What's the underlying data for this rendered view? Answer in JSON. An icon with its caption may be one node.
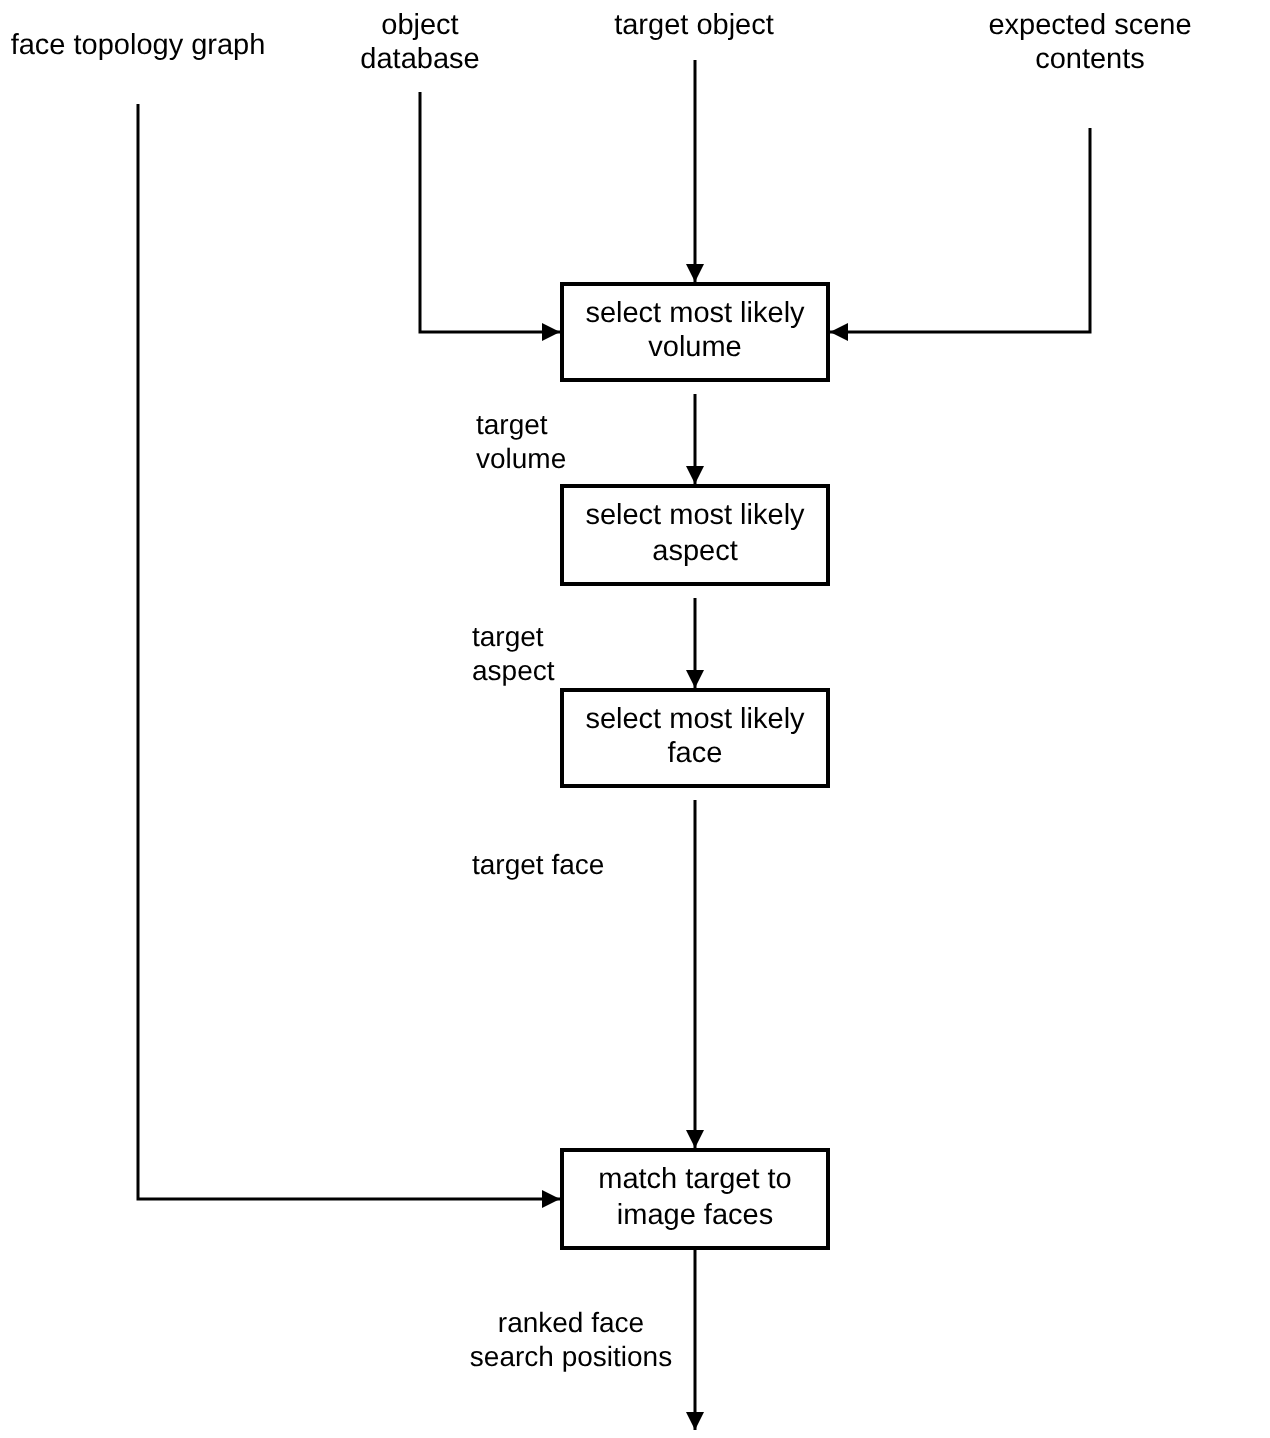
{
  "diagram": {
    "nodes": [
      {
        "text": [
          "face topology graph"
        ]
      },
      {
        "text": [
          "object database"
        ]
      },
      {
        "text": [
          "target object"
        ]
      },
      {
        "text": [
          "expected scene contents"
        ]
      },
      {
        "text": [
          "select most likely volume"
        ]
      },
      {
        "text": [
          "select most likely aspect"
        ]
      },
      {
        "text": [
          "select most likely face"
        ]
      },
      {
        "text": [
          "match target to image faces"
        ]
      }
    ],
    "edges": [
      {
        "from": 1,
        "to": 4,
        "arrow": "to"
      },
      {
        "from": 2,
        "to": 4,
        "arrow": "to"
      },
      {
        "from": 3,
        "to": 4,
        "arrow": "to"
      },
      {
        "from": 4,
        "to": 5,
        "arrow": "to",
        "label": "target volume"
      },
      {
        "from": 5,
        "to": 6,
        "arrow": "to",
        "label": "target aspect"
      },
      {
        "from": 6,
        "to": 7,
        "arrow": "to",
        "label": "target face"
      },
      {
        "from": 0,
        "to": 7,
        "arrow": "to"
      },
      {
        "from": 7,
        "to": null,
        "arrow": "to",
        "label": "ranked face search positions"
      }
    ]
  }
}
